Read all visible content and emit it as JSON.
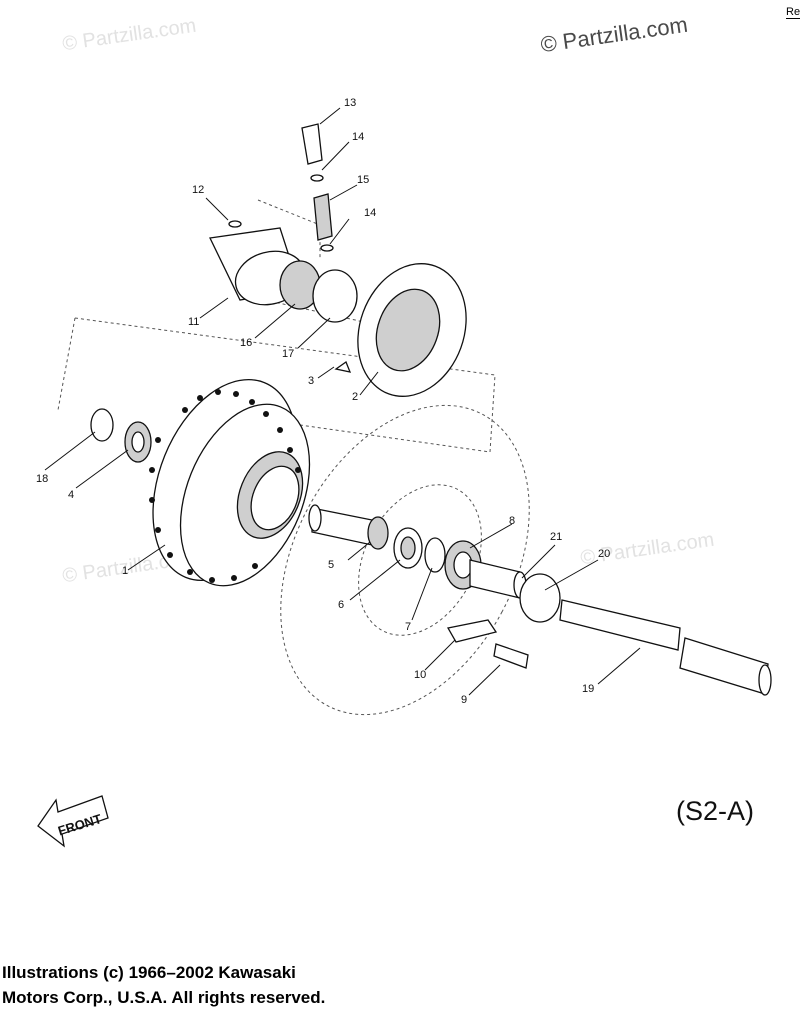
{
  "watermark": {
    "main": "© Partzilla.com",
    "faint": "© Partzilla.com"
  },
  "corner_text": "Re",
  "diagram_code": "(S2-A)",
  "front_label": "FRONT",
  "copyright": {
    "line1": "Illustrations (c) 1966–2002 Kawasaki",
    "line2": "Motors Corp., U.S.A.  All rights reserved."
  },
  "callouts": [
    "1",
    "2",
    "3",
    "4",
    "5",
    "6",
    "7",
    "8",
    "9",
    "10",
    "11",
    "12",
    "13",
    "14",
    "14",
    "15",
    "16",
    "17",
    "18",
    "19",
    "20",
    "21"
  ]
}
